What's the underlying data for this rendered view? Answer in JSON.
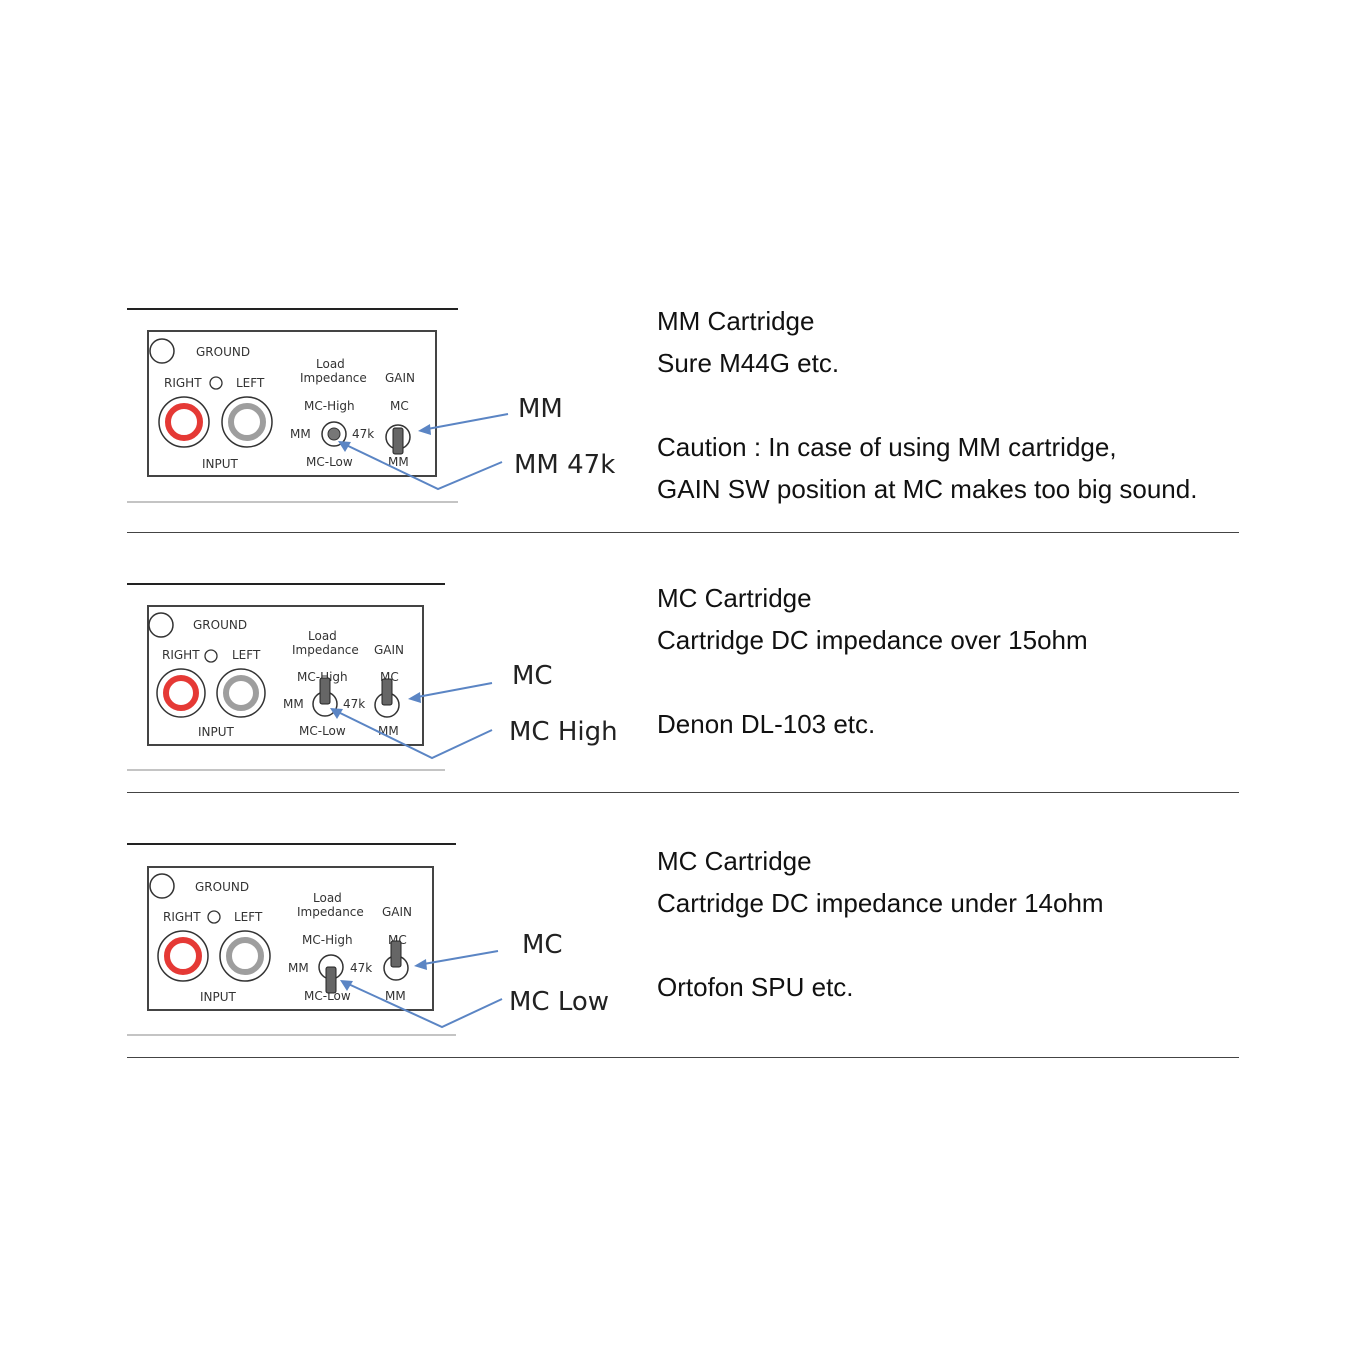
{
  "panel": {
    "ground": "GROUND",
    "right": "RIGHT",
    "left": "LEFT",
    "input": "INPUT",
    "load": "Load",
    "impedance": "Impedance",
    "gain": "GAIN",
    "mc_high": "MC-High",
    "mc_low": "MC-Low",
    "mm": "MM",
    "k47": "47k",
    "mc": "MC"
  },
  "sections": [
    {
      "gain_label": "MM",
      "load_label": "MM 47k",
      "lines": [
        "MM Cartridge",
        "Sure M44G etc.",
        "",
        "Caution :  In case of using MM cartridge,",
        "GAIN SW position at MC makes too big sound."
      ]
    },
    {
      "gain_label": "MC",
      "load_label": "MC High",
      "lines": [
        "MC Cartridge",
        "Cartridge DC impedance over 15ohm",
        "",
        "Denon DL-103 etc."
      ]
    },
    {
      "gain_label": "MC",
      "load_label": "MC Low",
      "lines": [
        "MC Cartridge",
        "Cartridge DC impedance under 14ohm",
        "",
        "Ortofon  SPU etc."
      ]
    }
  ],
  "colors": {
    "rca_right": "#e53935",
    "rca_left": "#9e9e9e",
    "arrow": "#5b85c4"
  }
}
